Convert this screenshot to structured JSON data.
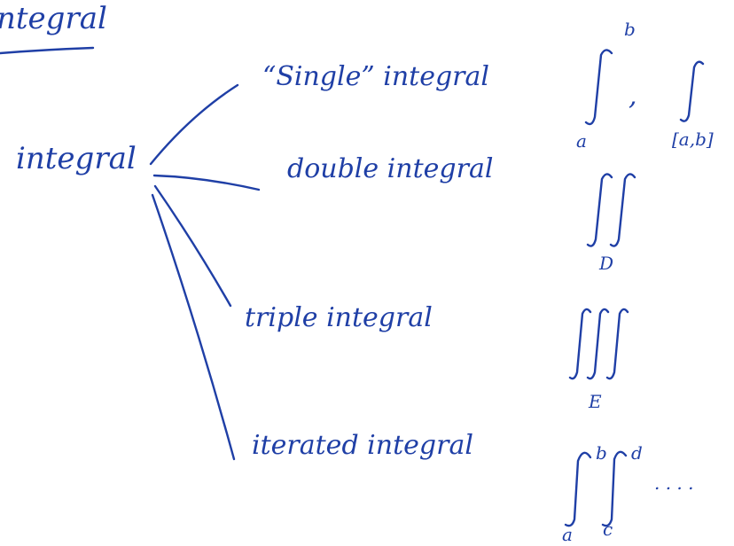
{
  "colors": {
    "ink": "#1f3fa6",
    "background": "#ffffff"
  },
  "header": {
    "title_fragment": "ntegral"
  },
  "root": {
    "label": "integral"
  },
  "branches": [
    {
      "label": "“Single” integral",
      "notation": "single-integral-icon"
    },
    {
      "label": "double integral",
      "notation": "double-integral-icon"
    },
    {
      "label": "triple integral",
      "notation": "triple-integral-icon"
    },
    {
      "label": "iterated integral",
      "notation": "iterated-integral-icon"
    }
  ],
  "notations": {
    "single": {
      "upper": "b",
      "lower": "a",
      "separator": ",",
      "interval": "[a,b]"
    },
    "double": {
      "region": "D"
    },
    "triple": {
      "region": "E"
    },
    "iterated": {
      "upper1": "b",
      "upper2": "d",
      "lower1": "a",
      "lower2": "c",
      "ellipsis": ". . . ."
    }
  }
}
